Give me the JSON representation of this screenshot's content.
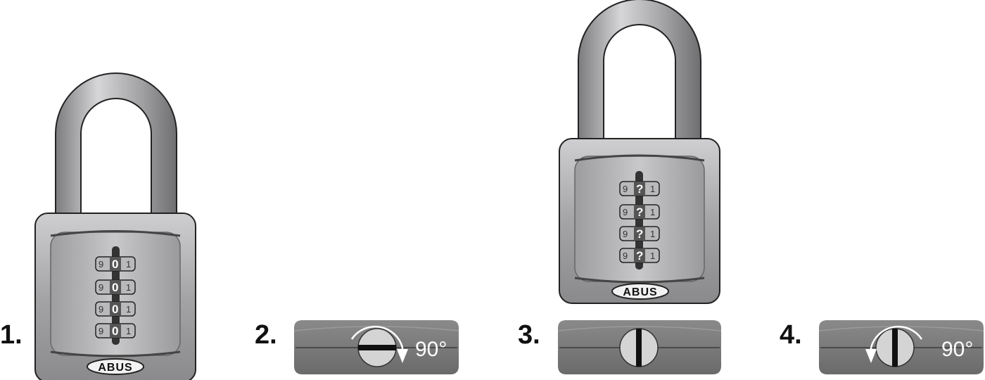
{
  "steps": [
    {
      "label": "1.",
      "brand": "ABUS",
      "dials": [
        {
          "left": "9",
          "mid": "0",
          "right": "1"
        },
        {
          "left": "9",
          "mid": "0",
          "right": "1"
        },
        {
          "left": "9",
          "mid": "0",
          "right": "1"
        },
        {
          "left": "9",
          "mid": "0",
          "right": "1"
        }
      ]
    },
    {
      "label": "2.",
      "rotation_text": "90°",
      "rotation_direction": "clockwise",
      "slot_orientation": "horizontal"
    },
    {
      "label": "3.",
      "brand": "ABUS",
      "slot_orientation": "vertical",
      "dials": [
        {
          "left": "9",
          "mid": "?",
          "right": "1"
        },
        {
          "left": "9",
          "mid": "?",
          "right": "1"
        },
        {
          "left": "9",
          "mid": "?",
          "right": "1"
        },
        {
          "left": "9",
          "mid": "?",
          "right": "1"
        }
      ]
    },
    {
      "label": "4.",
      "rotation_text": "90°",
      "rotation_direction": "counterclockwise",
      "slot_orientation": "vertical"
    }
  ],
  "colors": {
    "lock_body": "#a9a9ab",
    "lock_face": "#bdbdbf",
    "shackle": "#b5b5b7",
    "base_plate": "#787878",
    "outline": "#222222"
  },
  "icons": [
    "padlock-icon",
    "rotation-arrow-icon",
    "slot-screw-icon"
  ]
}
